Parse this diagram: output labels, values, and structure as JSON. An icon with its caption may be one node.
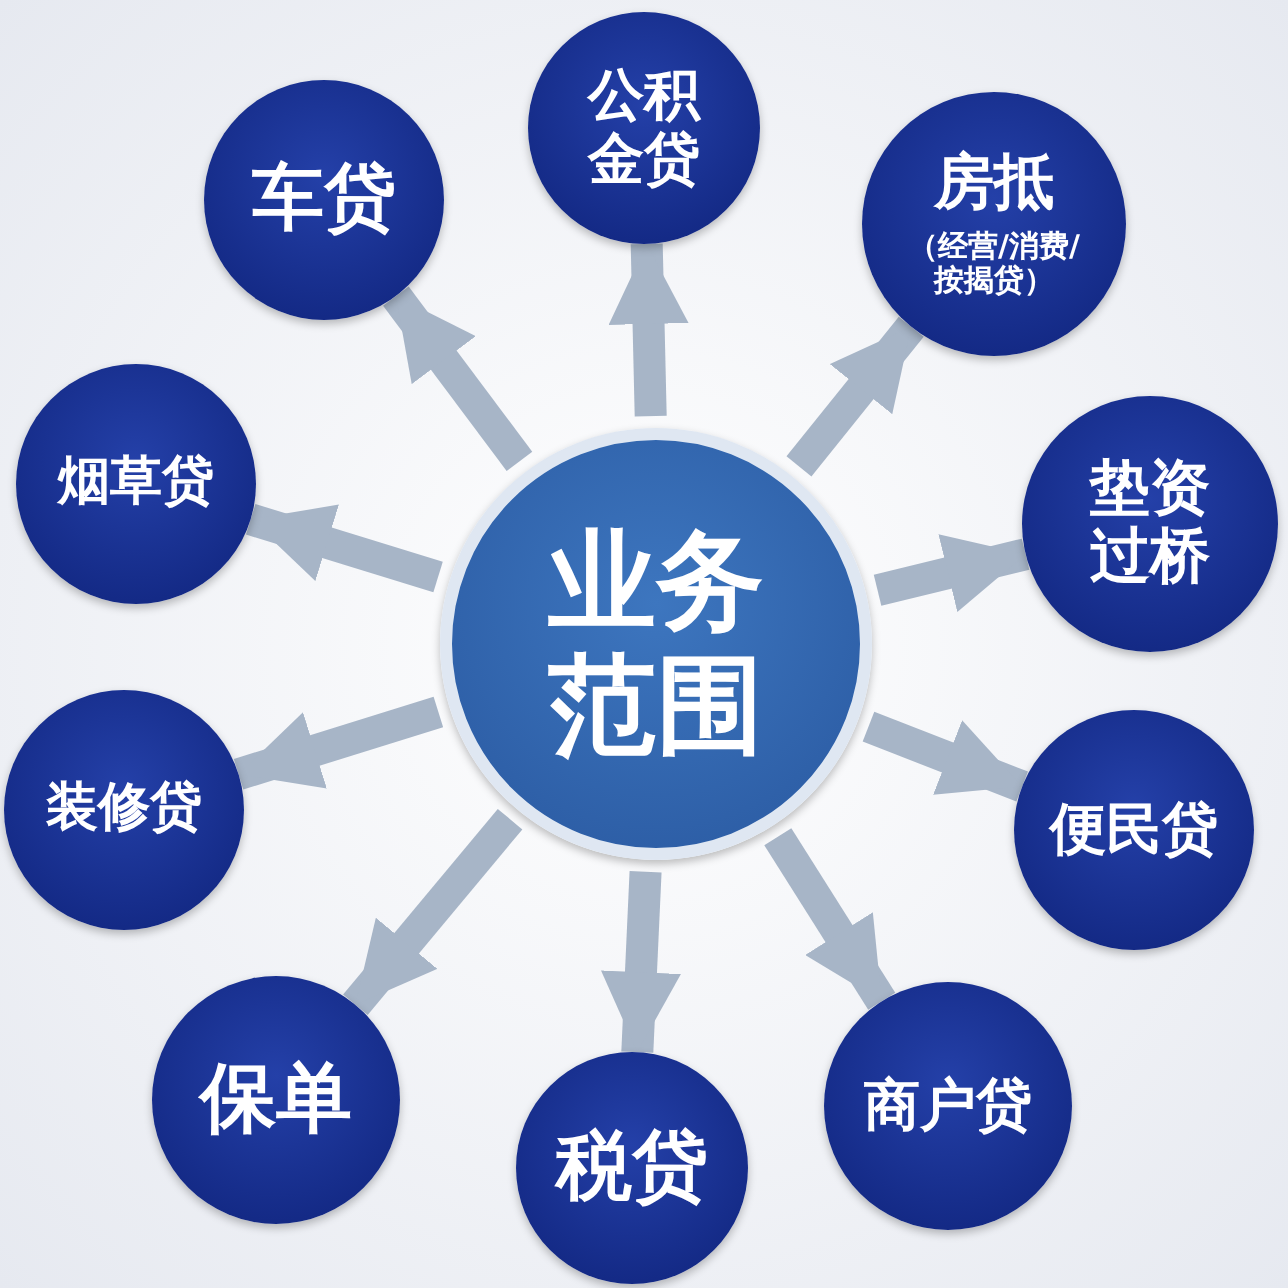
{
  "diagram": {
    "nodes": [
      {
        "text": [
          "业务范围"
        ]
      },
      {
        "text": [
          "公积金贷"
        ]
      },
      {
        "text": [
          "房抵",
          "（经营/消费/按揭贷）"
        ]
      },
      {
        "text": [
          "垫资过桥"
        ]
      },
      {
        "text": [
          "便民贷"
        ]
      },
      {
        "text": [
          "商户贷"
        ]
      },
      {
        "text": [
          "税贷"
        ]
      },
      {
        "text": [
          "保单"
        ]
      },
      {
        "text": [
          "装修贷"
        ]
      },
      {
        "text": [
          "烟草贷"
        ]
      },
      {
        "text": [
          "车贷"
        ]
      }
    ],
    "edges": [
      {
        "from": 0,
        "to": 1,
        "arrow": "to"
      },
      {
        "from": 0,
        "to": 2,
        "arrow": "to"
      },
      {
        "from": 0,
        "to": 3,
        "arrow": "to"
      },
      {
        "from": 0,
        "to": 4,
        "arrow": "to"
      },
      {
        "from": 0,
        "to": 5,
        "arrow": "to"
      },
      {
        "from": 0,
        "to": 6,
        "arrow": "to"
      },
      {
        "from": 0,
        "to": 7,
        "arrow": "to"
      },
      {
        "from": 0,
        "to": 8,
        "arrow": "to"
      },
      {
        "from": 0,
        "to": 9,
        "arrow": "to"
      },
      {
        "from": 0,
        "to": 10,
        "arrow": "to"
      }
    ]
  }
}
